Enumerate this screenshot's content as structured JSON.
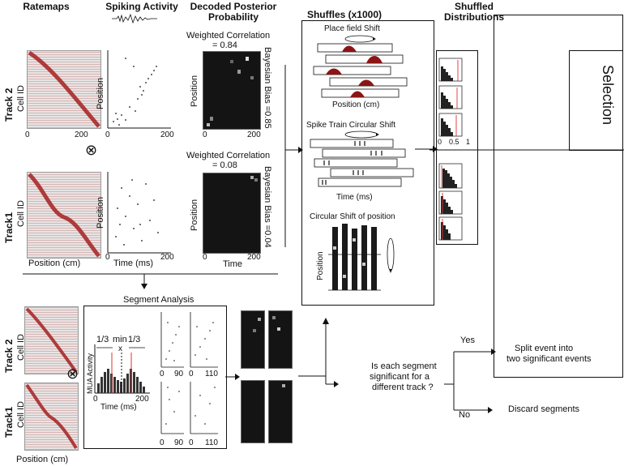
{
  "headers": {
    "ratemaps": "Ratemaps",
    "spiking": "Spiking Activity",
    "decoded_1": "Decoded Posterior",
    "decoded_2": "Probability",
    "shuffles": "Shuffles (x1000)",
    "shuffled_1": "Shuffled",
    "shuffled_2": "Distributions"
  },
  "tracks": {
    "track2": "Track 2",
    "track1": "Track1"
  },
  "axes": {
    "cell_id": "Cell ID",
    "position": "Position",
    "position_cm": "Position (cm)",
    "time_ms": "Time (ms)",
    "time": "Time",
    "tick_0": "0",
    "tick_200": "200",
    "tick_90": "90",
    "tick_110": "110",
    "tick_05": "0.5",
    "tick_1": "1"
  },
  "decoded": {
    "track2_corr_1": "Weighted Correlation",
    "track2_corr_2": "= 0.84",
    "track2_bias": "Bayesian Bias =0.85",
    "track1_corr_1": "Weighted Correlation",
    "track1_corr_2": "= 0.08",
    "track1_bias": "Bayesian Bias =0.04"
  },
  "shuffles": {
    "place_field": "Place field Shift",
    "place_axis": "Position (cm)",
    "spike_train": "Spike Train Circular Shift",
    "spike_axis": "Time (ms)",
    "circular_pos": "Circular Shift of position",
    "circular_axis": "Position"
  },
  "selection": "Selection",
  "segment": {
    "title": "Segment Analysis",
    "third_left": "1/3",
    "min": "min",
    "x_mark": "x",
    "third_right": "1/3",
    "mua": "MUA Activity",
    "time_axis": "Time (ms)"
  },
  "decision": {
    "question_1": "Is each segment",
    "question_2": "significant for a",
    "question_3": "different track ?",
    "yes": "Yes",
    "no": "No",
    "split_1": "Split event into",
    "split_2": "two significant events",
    "discard": "Discard segments"
  },
  "symbols": {
    "tensor": "⊗"
  },
  "colors": {
    "ratemap_red": "#a52020",
    "posterior_bg": "#141414",
    "hist_bar": "#222222",
    "threshold": "#e03030"
  }
}
